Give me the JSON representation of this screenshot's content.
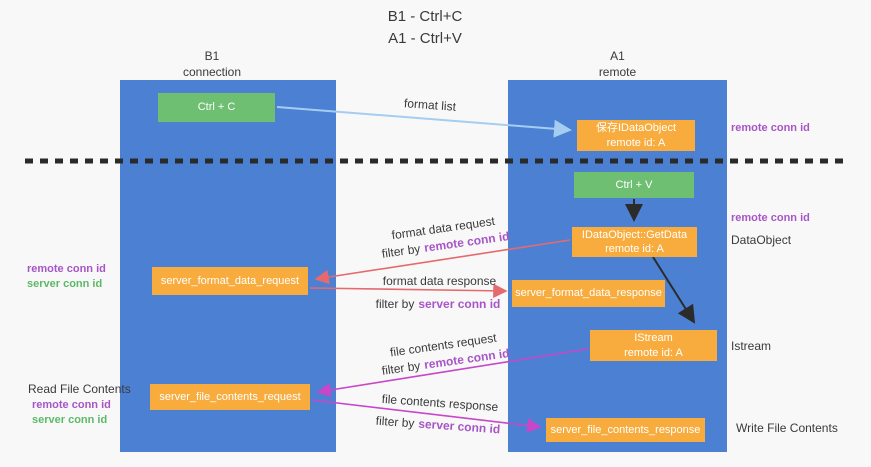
{
  "title": {
    "line1": "B1 - Ctrl+C",
    "line2": "A1 - Ctrl+V"
  },
  "lanes": {
    "left": {
      "title": "B1",
      "subtitle": "connection"
    },
    "right": {
      "title": "A1",
      "subtitle": "remote"
    }
  },
  "nodes": {
    "ctrl_c": {
      "label": "Ctrl + C"
    },
    "ctrl_v": {
      "label": "Ctrl + V"
    },
    "saved_dataobject": {
      "line1": "保存IDataObject",
      "line2": "remote id: A"
    },
    "getdata": {
      "line1": "IDataObject::GetData",
      "line2": "remote id: A"
    },
    "istream": {
      "line1": "IStream",
      "line2": "remote id: A"
    },
    "format_request": {
      "label": "server_format_data_request"
    },
    "format_response": {
      "label": "server_format_data_response"
    },
    "file_request": {
      "label": "server_file_contents_request"
    },
    "file_response": {
      "label": "server_file_contents_response"
    }
  },
  "arrow_labels": {
    "format_list": "format list",
    "filter_by": "filter by",
    "format_data_request": "format data request",
    "format_data_response": "format data response",
    "file_contents_request": "file contents request",
    "file_contents_response": "file contents response",
    "remote_conn_id": "remote conn id",
    "server_conn_id": "server conn id"
  },
  "side_labels": {
    "remote_conn_id_top": "remote conn id",
    "remote_conn_id_mid": "remote conn id",
    "dataobject": "DataObject",
    "istream": "Istream",
    "write_file_contents": "Write File Contents",
    "read_file_contents": "Read File Contents",
    "left_remote_conn_id_1": "remote conn id",
    "left_server_conn_id_1": "server conn id",
    "left_remote_conn_id_2": "remote conn id",
    "left_server_conn_id_2": "server conn id"
  },
  "colors": {
    "background": "#f8f8f8",
    "lane_blue": "#4c80d3",
    "node_green": "#6fbf73",
    "node_orange": "#f7ac3d",
    "arrow_light_blue": "#a5cdf1",
    "arrow_red": "#e56a6e",
    "arrow_magenta": "#c847c8",
    "arrow_black": "#2b2b2b",
    "text_purple": "#a855c7",
    "text_green": "#5cb966"
  }
}
